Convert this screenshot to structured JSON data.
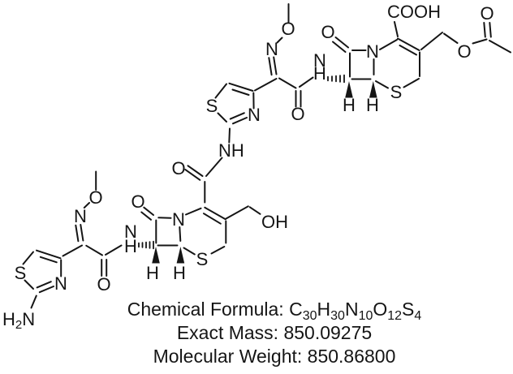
{
  "colors": {
    "ink": "#151515",
    "background": "#ffffff"
  },
  "molecule": {
    "upper_unit": {
      "labels": {
        "cooh": "COOH",
        "acetate_carbonyl_o": "O",
        "ester_o": "O",
        "ring_s": "S",
        "ring_n": "N",
        "lactam_o": "O",
        "amide_n": "N",
        "amide_h": "H",
        "stereo_h7": "H",
        "stereo_h6": "H",
        "sidechain_o": "O",
        "oxime_n": "N",
        "methoxy_o": "O",
        "thiazole_s": "S",
        "thiazole_n": "N",
        "link_nh": "NH"
      }
    },
    "link": {
      "carbonyl_o": "O"
    },
    "lower_unit": {
      "labels": {
        "ring_n": "N",
        "lactam_o": "O",
        "hydroxymethyl_oh": "OH",
        "ring_s": "S",
        "amide_n": "N",
        "amide_h": "H",
        "stereo_h7": "H",
        "stereo_h6": "H",
        "sidechain_o": "O",
        "oxime_n": "N",
        "methoxy_o": "O",
        "thiazole_s": "S",
        "thiazole_n": "N",
        "amino_h": "H",
        "amino_sub": "2",
        "amino_n": "N"
      }
    }
  },
  "caption": {
    "line1_prefix": "Chemical Formula: ",
    "formula": {
      "s1": "C",
      "s2": "30",
      "s3": "H",
      "s4": "30",
      "s5": "N",
      "s6": "10",
      "s7": "O",
      "s8": "12",
      "s9": "S",
      "s10": "4"
    },
    "line2": "Exact Mass: 850.09275",
    "line3": "Molecular Weight: 850.86800"
  }
}
